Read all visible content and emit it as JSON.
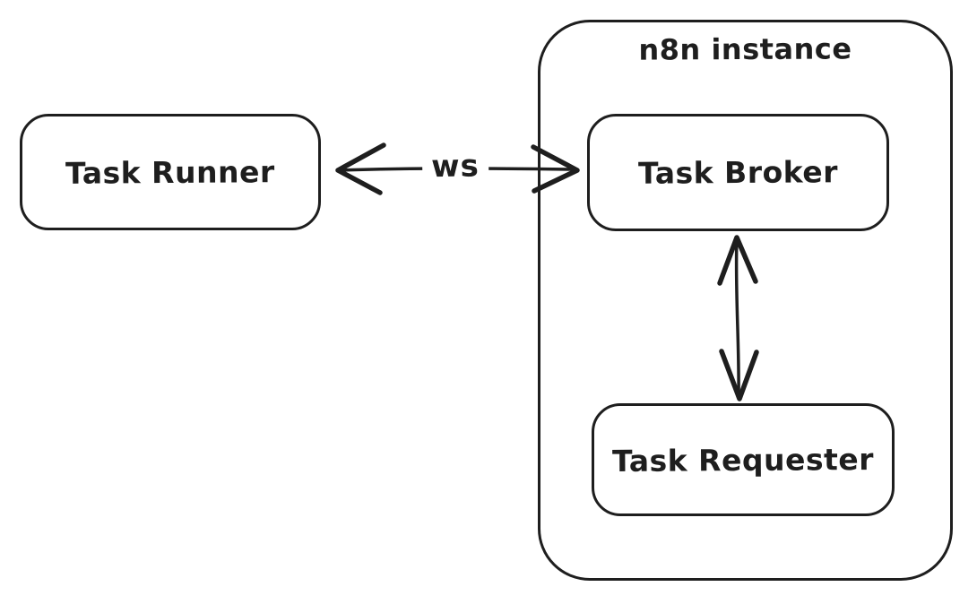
{
  "diagram": {
    "colors": {
      "stroke": "#1e1e1e",
      "background": "#ffffff"
    },
    "container": {
      "label": "n8n instance"
    },
    "nodes": {
      "task_runner": {
        "label": "Task Runner"
      },
      "task_broker": {
        "label": "Task Broker"
      },
      "task_requester": {
        "label": "Task Requester"
      }
    },
    "edges": {
      "runner_broker": {
        "label": "ws",
        "direction": "bidirectional",
        "from": "Task Runner",
        "to": "Task Broker"
      },
      "broker_requester": {
        "direction": "bidirectional",
        "from": "Task Broker",
        "to": "Task Requester"
      }
    }
  }
}
